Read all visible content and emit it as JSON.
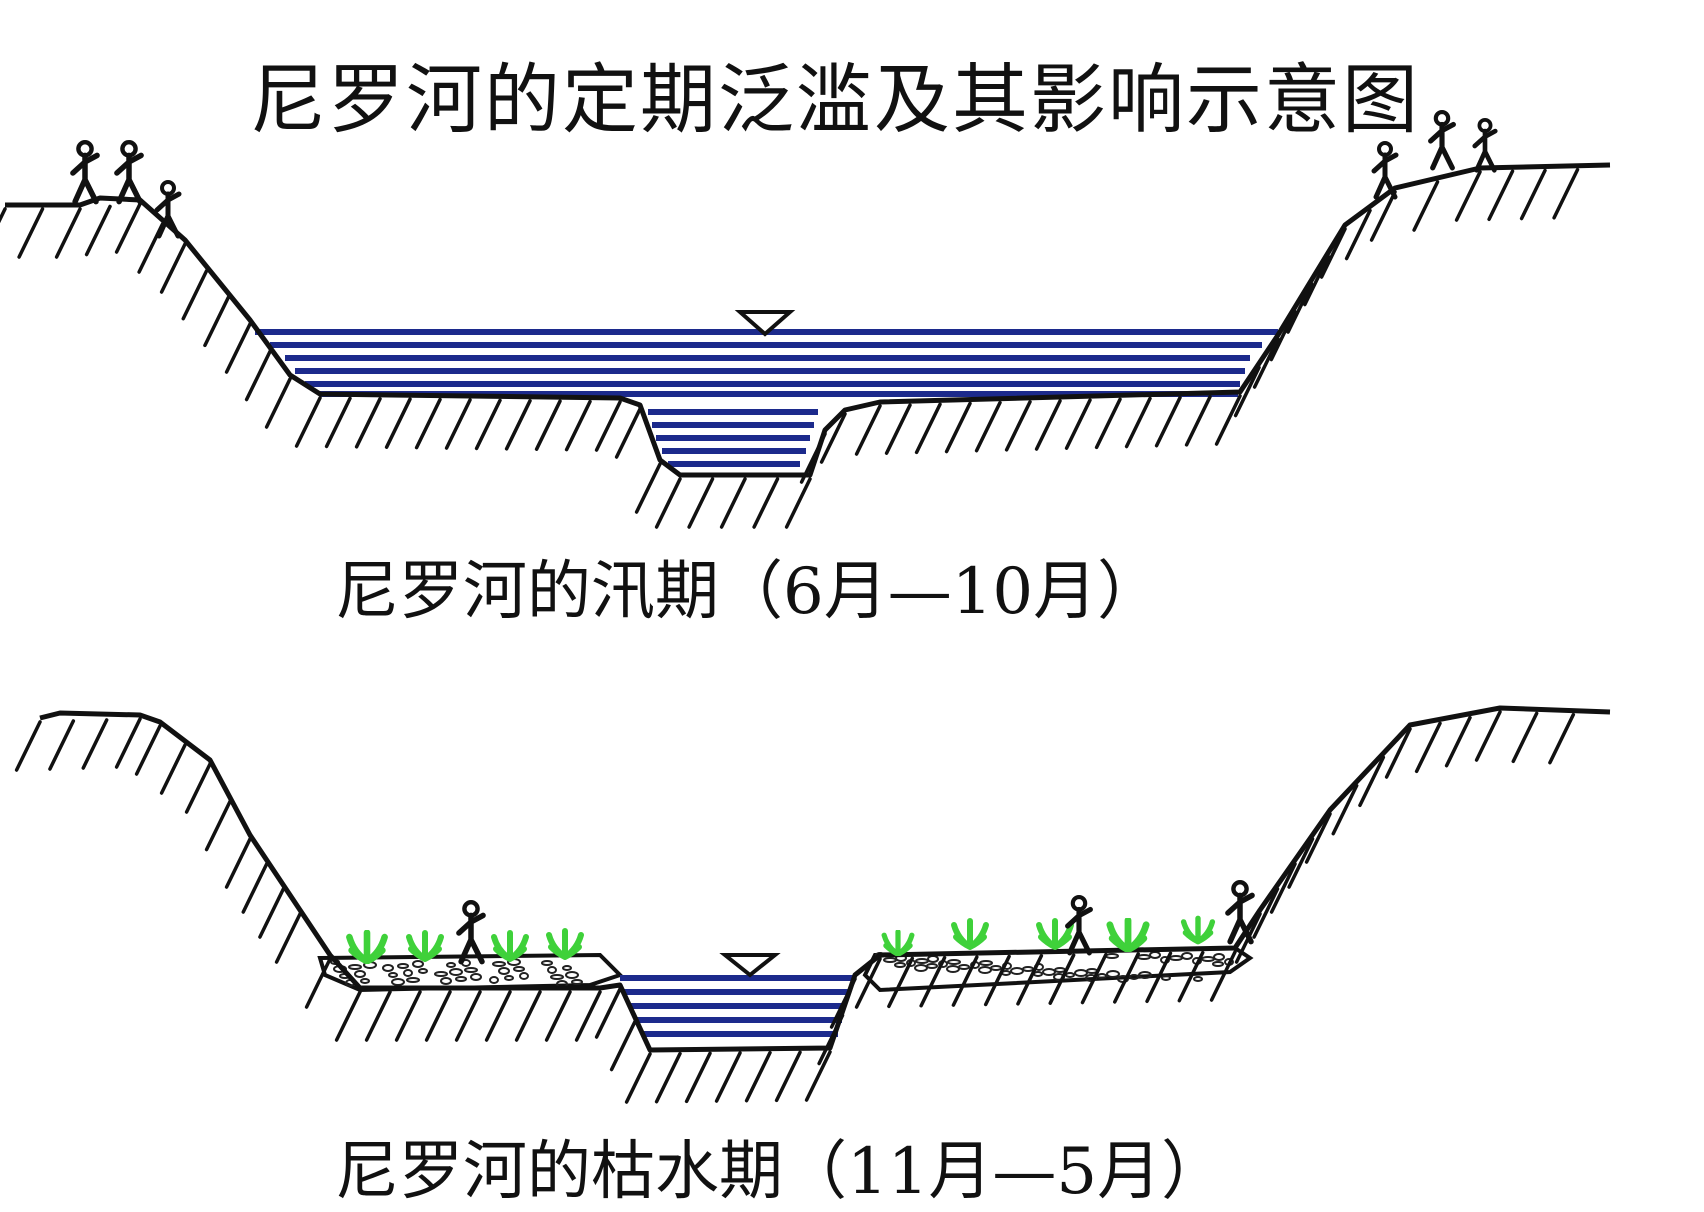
{
  "title": "尼罗河的定期泛滥及其影响示意图",
  "panels": [
    {
      "id": "flood",
      "caption": "尼罗河的汛期（6月—10月）"
    },
    {
      "id": "dry",
      "caption": "尼罗河的枯水期（11月—5月）"
    }
  ],
  "colors": {
    "water_line": "#1c2a8c",
    "ground": "#111111",
    "crop": "#3fd13a",
    "soil_speckle": "#222222"
  }
}
